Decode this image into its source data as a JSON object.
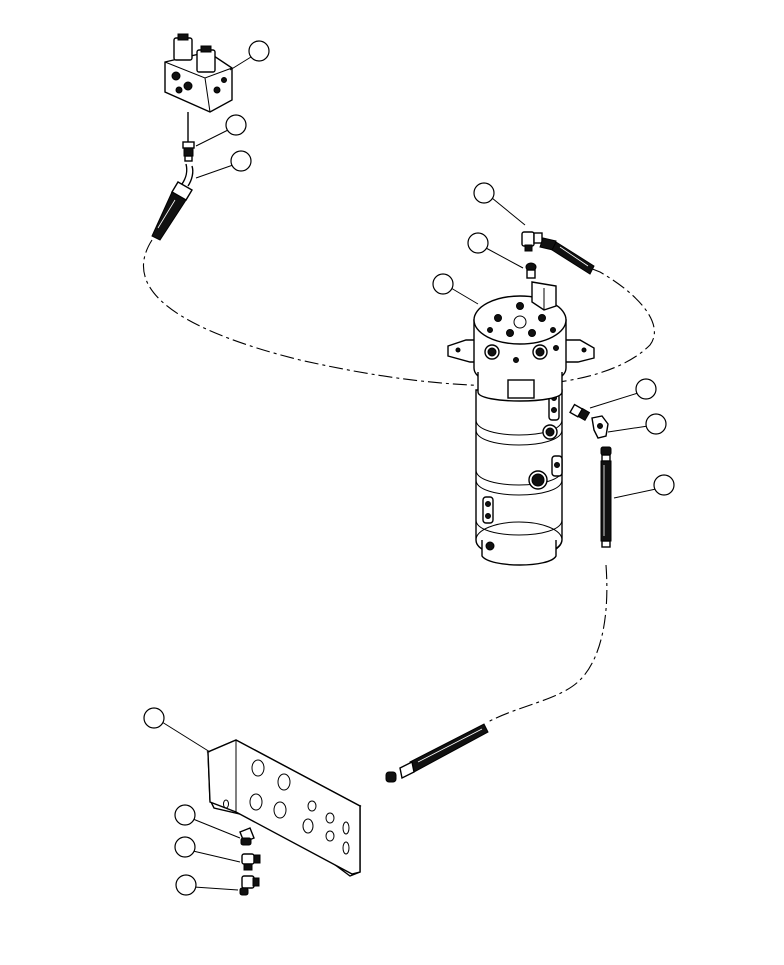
{
  "figure": {
    "background": "#ffffff",
    "line_color": "#000000",
    "callouts": [
      {
        "id": "valve-block",
        "text": ""
      },
      {
        "id": "adapter-valve",
        "text": ""
      },
      {
        "id": "hose-upper-left",
        "text": ""
      },
      {
        "id": "elbow-top",
        "text": ""
      },
      {
        "id": "grease-fitting-top",
        "text": ""
      },
      {
        "id": "swivel-joint",
        "text": ""
      },
      {
        "id": "adapter-right",
        "text": ""
      },
      {
        "id": "elbow-right",
        "text": ""
      },
      {
        "id": "hose-right",
        "text": ""
      },
      {
        "id": "bracket",
        "text": ""
      },
      {
        "id": "bulkhead-fitting",
        "text": ""
      },
      {
        "id": "elbow-fitting",
        "text": ""
      },
      {
        "id": "tee-fitting",
        "text": ""
      }
    ]
  }
}
